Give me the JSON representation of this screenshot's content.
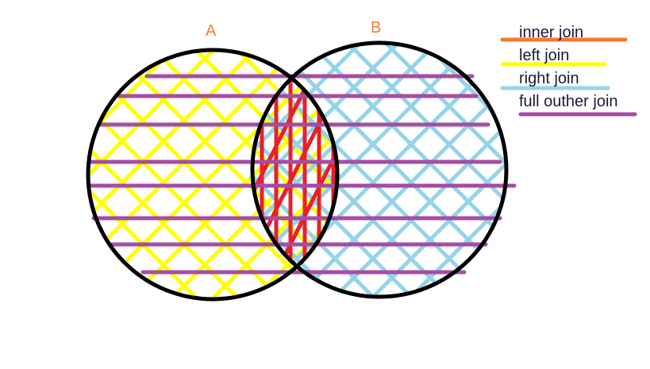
{
  "sets": [
    {
      "label": "A",
      "color": "#f47a30"
    },
    {
      "label": "B",
      "color": "#f47a30"
    }
  ],
  "legend": [
    {
      "label": "inner join",
      "color": "#f47a30"
    },
    {
      "label": "left join",
      "color": "#ffff00"
    },
    {
      "label": "right join",
      "color": "#94d4e8"
    },
    {
      "label": "full outher join",
      "color": "#a64ca6"
    }
  ],
  "colors": {
    "outline": "#000000",
    "inner": "#e8202a",
    "left": "#ffff00",
    "right": "#94d4e8",
    "full": "#a64ca6"
  }
}
